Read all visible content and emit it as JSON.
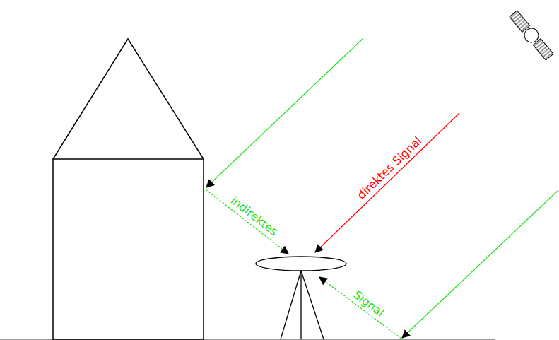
{
  "diagram": {
    "labels": [
      "indirektes",
      "direktes Signal",
      "Signal"
    ]
  }
}
